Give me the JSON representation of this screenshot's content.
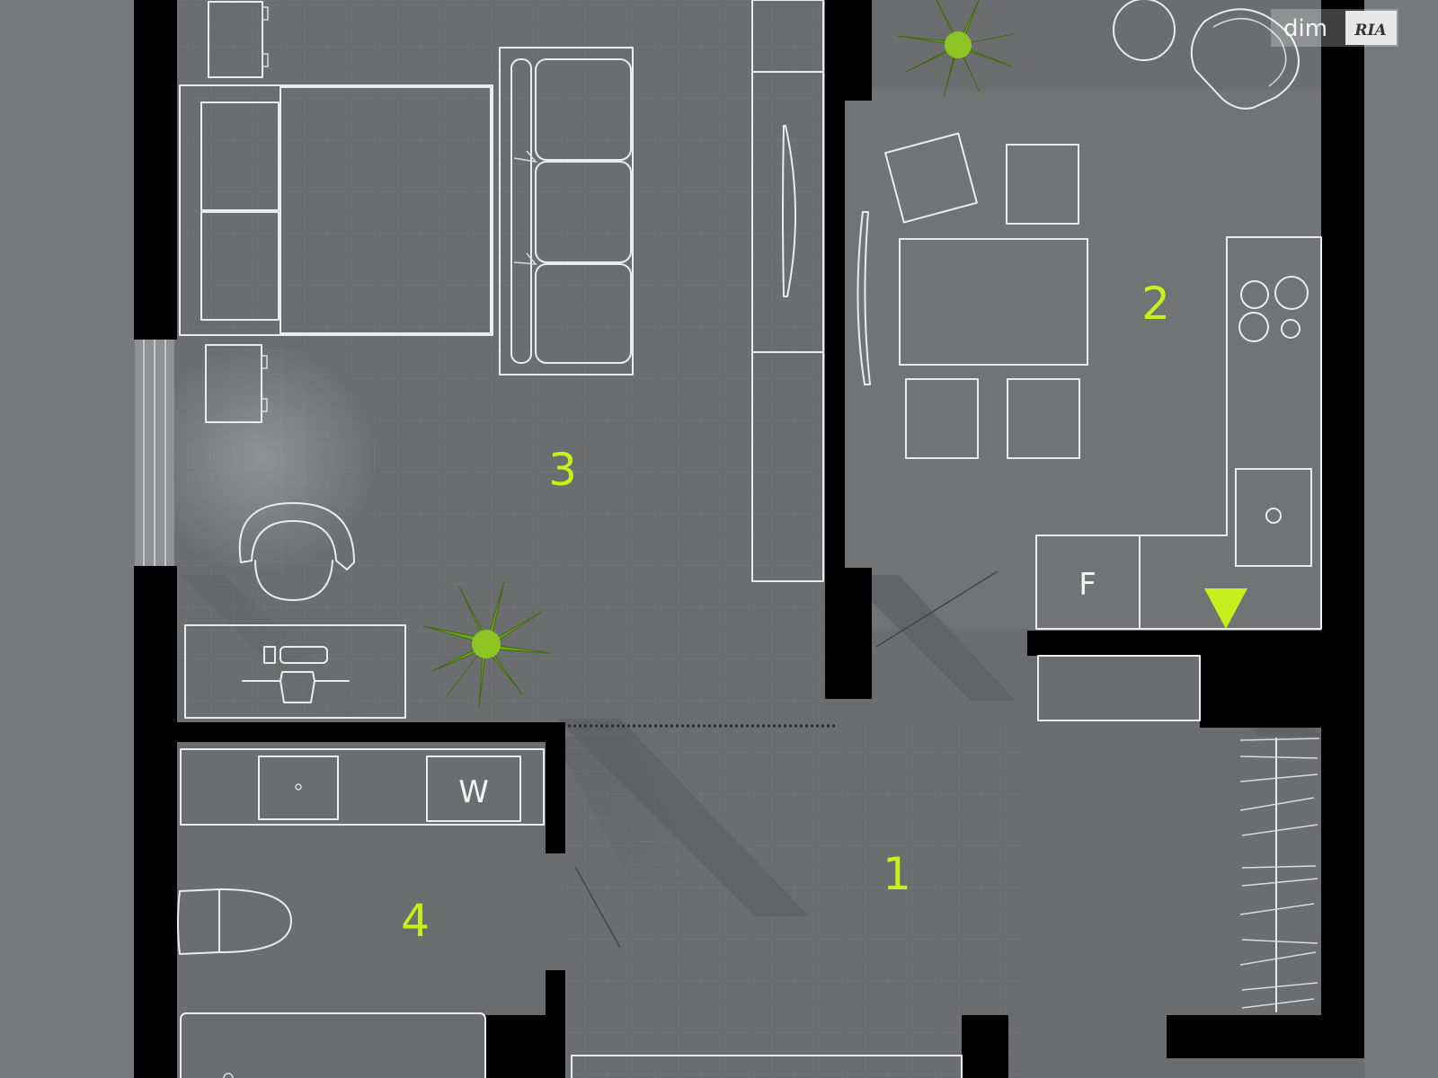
{
  "colors": {
    "background": "#76787b",
    "floor": "#696b6d",
    "wall": "#000000",
    "furniture_line": "#e9ecee",
    "accent": "#c6f01c",
    "plant": "#7db31b"
  },
  "rooms": [
    {
      "id": "1",
      "label": "1"
    },
    {
      "id": "2",
      "label": "2"
    },
    {
      "id": "3",
      "label": "3"
    },
    {
      "id": "4",
      "label": "4"
    }
  ],
  "fixtures": {
    "fridge_label": "F",
    "washer_label": "W"
  },
  "icons": {
    "entrance_marker": "triangle-down-icon",
    "plants": "plant-icon"
  },
  "watermark": {
    "text": "dim",
    "badge": "RIA"
  }
}
